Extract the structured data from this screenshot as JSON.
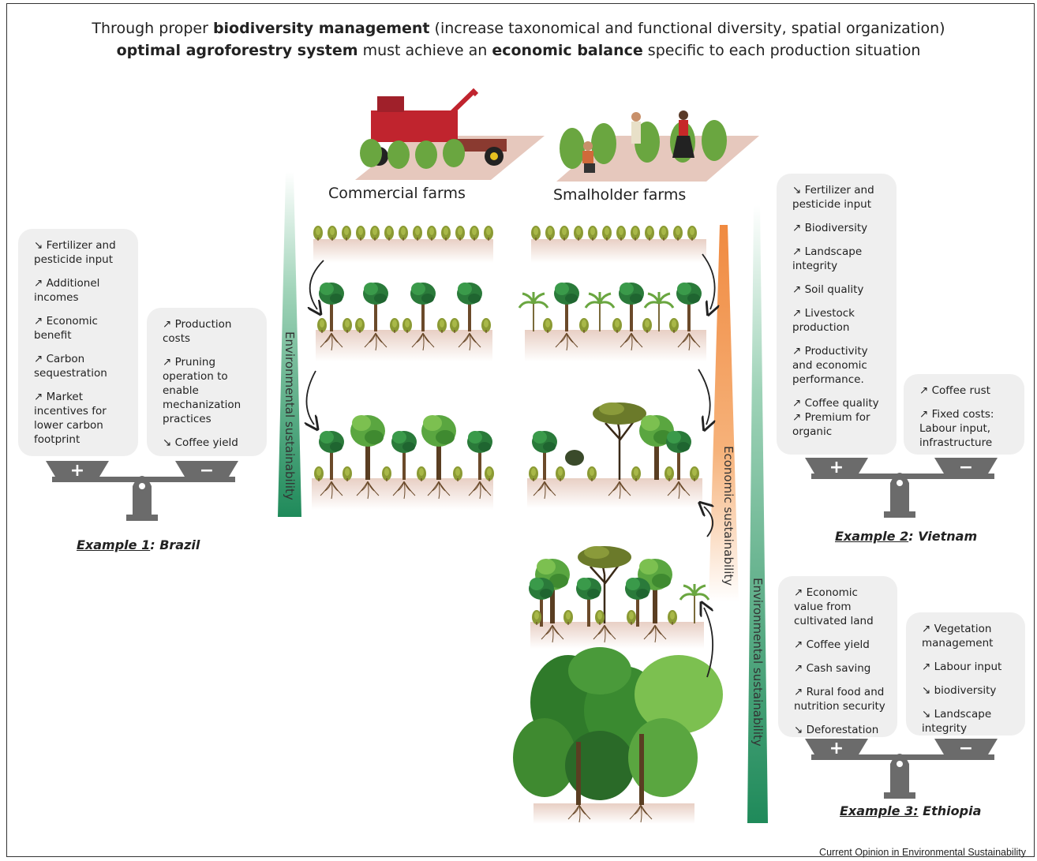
{
  "header": {
    "line1": {
      "a": "Through proper ",
      "b": "biodiversity management",
      "c": " (increase taxonomical and functional  diversity, spatial organization)"
    },
    "line2": {
      "a": "optimal agroforestry system",
      "b": " must achieve an ",
      "c": "economic balance",
      "d": " specific to each production  situation"
    }
  },
  "farms": {
    "commercial": "Commercial farms",
    "smallholder": "Smalholder farms"
  },
  "bars": {
    "env_left": "Environmental  sustainability",
    "economic": "Economic sustainability",
    "env_right": "Environmental sustainability"
  },
  "brazil": {
    "plus_items": [
      "↘ Fertilizer and pesticide input",
      "↗ Additionel incomes",
      "↗ Economic benefit",
      "↗ Carbon sequestration",
      "↗ Market incentives for lower carbon footprint"
    ],
    "minus_items": [
      "↗ Production costs",
      "↗ Pruning operation to enable mechanization practices",
      "↘ Coffee yield"
    ],
    "label_prefix": "Example  1",
    "label_country": ": Brazil"
  },
  "vietnam": {
    "plus_items": [
      "↘ Fertilizer and pesticide input",
      "↗ Biodiversity",
      "↗ Landscape integrity",
      "↗ Soil quality",
      "↗ Livestock production",
      "↗ Productivity and economic performance.",
      "↗ Coffee  quality\n↗ Premium for organic"
    ],
    "minus_items": [
      "↗ Coffee rust",
      "↗ Fixed costs: Labour input, infrastructure"
    ],
    "label_prefix": "Example  2",
    "label_country": ": Vietnam"
  },
  "ethiopia": {
    "plus_items": [
      "↗ Economic value from cultivated land",
      "↗ Coffee yield",
      "↗ Cash saving",
      "↗ Rural food and nutrition security",
      "↘ Deforestation"
    ],
    "minus_items": [
      "↗ Vegetation management",
      "↗ Labour input",
      "↘ biodiversity",
      "↘ Landscape integrity"
    ],
    "label_prefix": "Example  3:",
    "label_country": " Ethiopia"
  },
  "credit": "Current Opinion in Environmental Sustainability",
  "colors": {
    "green_dark": "#1f8a5a",
    "orange": "#f39a50",
    "box_bg": "#efefef",
    "scale": "#6b6b6b",
    "coffee": "#8a9a3a",
    "soil": "#c9a99a"
  }
}
